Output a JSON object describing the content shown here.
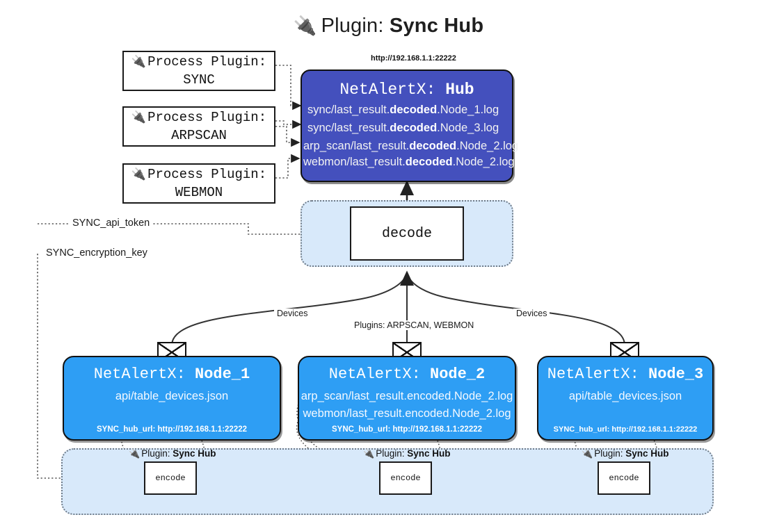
{
  "title": {
    "icon": "plug-icon",
    "prefix": "Plugin:",
    "name": "Sync Hub"
  },
  "process_plugins": [
    {
      "icon": "plug-icon",
      "line1": "Process Plugin:",
      "line2": "SYNC"
    },
    {
      "icon": "plug-icon",
      "line1": "Process Plugin:",
      "line2": "ARPSCAN"
    },
    {
      "icon": "plug-icon",
      "line1": "Process Plugin:",
      "line2": "WEBMON"
    }
  ],
  "hub": {
    "url": "http://192.168.1.1:22222",
    "title_prefix": "NetAlertX:",
    "title_name": "Hub",
    "rows": [
      {
        "pre": "sync/last_result.",
        "strong": "decoded",
        "post": ".Node_1.log"
      },
      {
        "pre": "sync/last_result.",
        "strong": "decoded",
        "post": ".Node_3.log"
      },
      {
        "pre": "arp_scan/last_result.",
        "strong": "decoded",
        "post": ".Node_2.log"
      },
      {
        "pre": "webmon/last_result.",
        "strong": "decoded",
        "post": ".Node_2.log"
      }
    ]
  },
  "decode": {
    "label": "decode"
  },
  "tokens": {
    "api": "SYNC_api_token",
    "key": "SYNC_encryption_key"
  },
  "edge_labels": {
    "left": "Devices",
    "center": "Plugins: ARPSCAN, WEBMON",
    "right": "Devices"
  },
  "nodes": [
    {
      "title_prefix": "NetAlertX:",
      "title_name": "Node_1",
      "lines": [
        "api/table_devices.json"
      ],
      "footer": "SYNC_hub_url: http://192.168.1.1:22222"
    },
    {
      "title_prefix": "NetAlertX:",
      "title_name": "Node_2",
      "lines": [
        "arp_scan/last_result.encoded.Node_2.log",
        "webmon/last_result.encoded.Node_2.log"
      ],
      "footer": "SYNC_hub_url: http://192.168.1.1:22222"
    },
    {
      "title_prefix": "NetAlertX:",
      "title_name": "Node_3",
      "lines": [
        "api/table_devices.json"
      ],
      "footer": "SYNC_hub_url: http://192.168.1.1:22222"
    }
  ],
  "encoders": [
    {
      "icon": "plug-icon",
      "caption_prefix": "Plugin:",
      "caption_name": "Sync Hub",
      "label": "encode"
    },
    {
      "icon": "plug-icon",
      "caption_prefix": "Plugin:",
      "caption_name": "Sync Hub",
      "label": "encode"
    },
    {
      "icon": "plug-icon",
      "caption_prefix": "Plugin:",
      "caption_name": "Sync Hub",
      "label": "encode"
    }
  ],
  "colors": {
    "hub_fill": "#4450bd",
    "node_fill": "#2e9ef4",
    "band_fill": "#d8e9fa",
    "stroke": "#111111",
    "dotted": "#6f7b88"
  }
}
